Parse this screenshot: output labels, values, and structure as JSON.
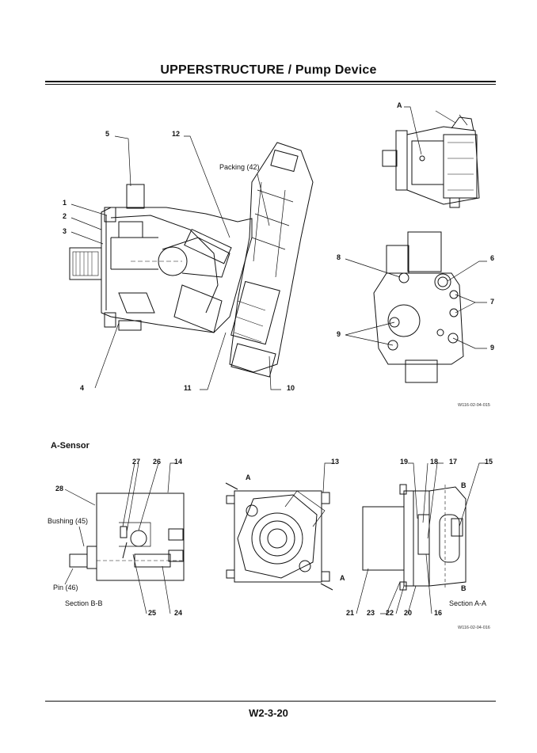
{
  "header": {
    "title": "UPPERSTRUCTURE / Pump Device"
  },
  "footer": {
    "page_number": "W2-3-20"
  },
  "figure1": {
    "labels": {
      "l1": "1",
      "l2": "2",
      "l3": "3",
      "l4": "4",
      "l5": "5",
      "l6": "6",
      "l7": "7",
      "l8": "8",
      "l9a": "9",
      "l9b": "9",
      "l10": "10",
      "l11": "11",
      "l12": "12",
      "lA": "A",
      "packing": "Packing (42)"
    },
    "code": "W116-02-04-015"
  },
  "figure2": {
    "section_title": "A-Sensor",
    "labels": {
      "l13": "13",
      "l14": "14",
      "l15": "15",
      "l16": "16",
      "l17": "17",
      "l18": "18",
      "l19": "19",
      "l20": "20",
      "l21": "21",
      "l22": "22",
      "l23": "23",
      "l24": "24",
      "l25": "25",
      "l26": "26",
      "l27": "27",
      "l28": "28",
      "lA1": "A",
      "lA2": "A",
      "lB1": "B",
      "lB2": "B",
      "bushing": "Bushing (45)",
      "pin": "Pin (46)",
      "section_bb": "Section B-B",
      "section_aa": "Section A-A"
    },
    "code": "W116-02-04-016"
  }
}
